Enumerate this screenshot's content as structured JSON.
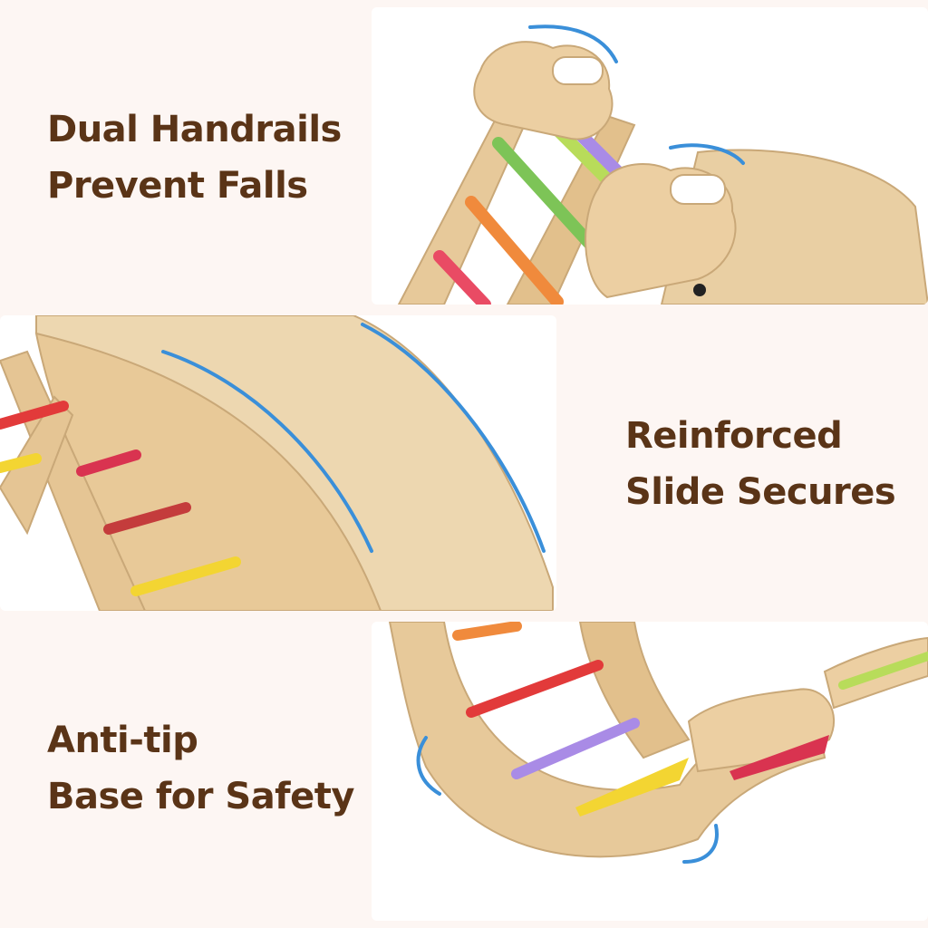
{
  "sections": [
    {
      "line1": "Dual Handrails",
      "line2": "Prevent Falls"
    },
    {
      "line1": "Reinforced",
      "line2": "Slide Secures"
    },
    {
      "line1": "Anti-tip",
      "line2": "Base for Safety"
    }
  ],
  "colors": {
    "text": "#5a3417",
    "background": "#fdf6f3",
    "wood": "#e7c99a",
    "accent_arc": "#3a8fd9",
    "rung_colors": [
      "#e94b64",
      "#f08a3c",
      "#7dc457",
      "#b8dc5a",
      "#a98be6",
      "#f3d532",
      "#e23a3a"
    ]
  }
}
